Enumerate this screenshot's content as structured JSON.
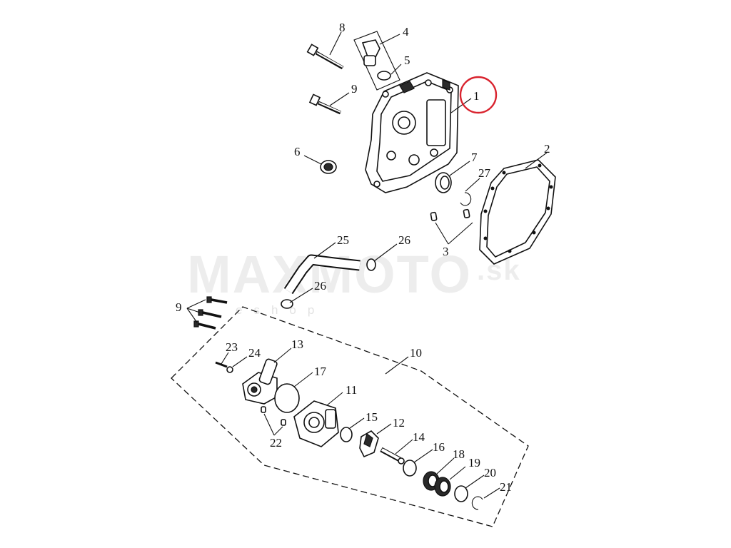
{
  "watermark": {
    "brand": "MAXMOTO",
    "domain": ".sk",
    "tagline": "eshop"
  },
  "highlight_color": "#d9232e",
  "callouts": {
    "c1": "1",
    "c2": "2",
    "c3": "3",
    "c4": "4",
    "c5": "5",
    "c6": "6",
    "c7": "7",
    "c8": "8",
    "c9a": "9",
    "c9b": "9",
    "c10": "10",
    "c11": "11",
    "c12": "12",
    "c13": "13",
    "c14": "14",
    "c15": "15",
    "c16": "16",
    "c17": "17",
    "c18": "18",
    "c19": "19",
    "c20": "20",
    "c21": "21",
    "c22": "22",
    "c23": "23",
    "c24": "24",
    "c25": "25",
    "c26a": "26",
    "c26b": "26",
    "c27": "27"
  }
}
